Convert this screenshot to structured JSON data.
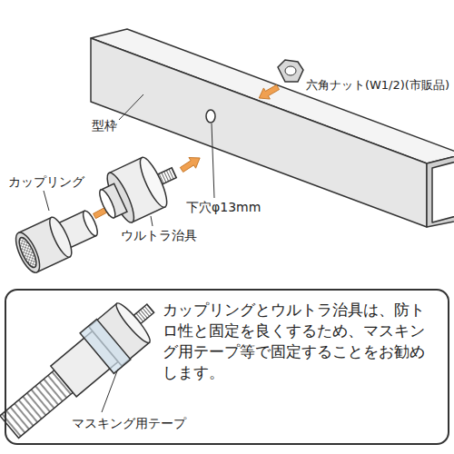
{
  "diagram": {
    "nodes": [
      {
        "text": [
          "カップリングとウルトラ治具は、防トロ性と固定を良くするため、マスキング用テープ等で固定することをお勧めします。",
          "マスキング用テープ"
        ]
      }
    ],
    "labels": [
      "型枠",
      "六角ナット(W1/2)(市販品)",
      "カップリング",
      "下穴φ13mm",
      "ウルトラ治具"
    ]
  }
}
